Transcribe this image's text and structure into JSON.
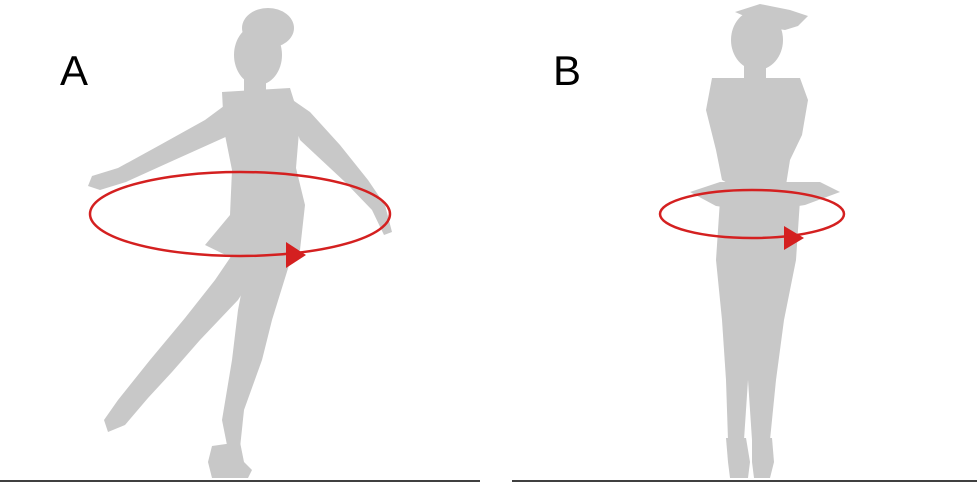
{
  "panels": [
    {
      "label": "A",
      "pose": "spin-with-arms-and-leg-extended"
    },
    {
      "label": "B",
      "pose": "spin-with-arms-pulled-in"
    }
  ],
  "colors": {
    "silhouette": "#c8c8c8",
    "rotation_arrow": "#d42020",
    "ground_line": "#404040",
    "background": "#ffffff"
  },
  "icons": {
    "rotation": "rotation-arrow-icon",
    "figure": "skater-silhouette-icon"
  }
}
